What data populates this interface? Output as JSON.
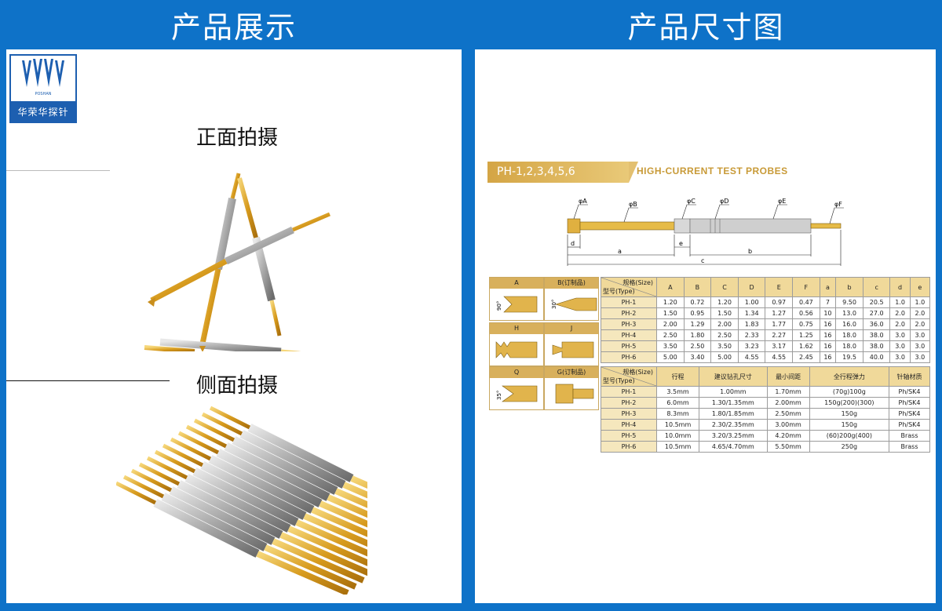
{
  "left_panel": {
    "header": "产品展示",
    "logo": {
      "small_text": "POSHAN",
      "brand": "华荣华探针"
    },
    "front_caption": "正面拍摄",
    "side_caption": "侧面拍摄"
  },
  "right_panel": {
    "header": "产品尺寸图",
    "model_band": "PH-1,2,3,4,5,6",
    "band_title": "HIGH-CURRENT TEST PROBES",
    "dimension_labels": [
      "φA",
      "φB",
      "φC",
      "φD",
      "φE",
      "φF",
      "d",
      "a",
      "e",
      "b",
      "c"
    ],
    "tips": [
      {
        "label": "A",
        "angle": "90°"
      },
      {
        "label": "B(订制品)",
        "angle": "30°"
      },
      {
        "label": "H",
        "angle": ""
      },
      {
        "label": "J",
        "angle": ""
      },
      {
        "label": "Q",
        "angle": "35°"
      },
      {
        "label": "G(订制品)",
        "angle": ""
      }
    ],
    "table1": {
      "corner_top": "规格(Size)",
      "corner_bottom": "型号(Type)",
      "columns": [
        "A",
        "B",
        "C",
        "D",
        "E",
        "F",
        "a",
        "b",
        "c",
        "d",
        "e"
      ],
      "rows": [
        {
          "type": "PH-1",
          "values": [
            "1.20",
            "0.72",
            "1.20",
            "1.00",
            "0.97",
            "0.47",
            "7",
            "9.50",
            "20.5",
            "1.0",
            "1.0"
          ]
        },
        {
          "type": "PH-2",
          "values": [
            "1.50",
            "0.95",
            "1.50",
            "1.34",
            "1.27",
            "0.56",
            "10",
            "13.0",
            "27.0",
            "2.0",
            "2.0"
          ]
        },
        {
          "type": "PH-3",
          "values": [
            "2.00",
            "1.29",
            "2.00",
            "1.83",
            "1.77",
            "0.75",
            "16",
            "16.0",
            "36.0",
            "2.0",
            "2.0"
          ]
        },
        {
          "type": "PH-4",
          "values": [
            "2.50",
            "1.80",
            "2.50",
            "2.33",
            "2.27",
            "1.25",
            "16",
            "18.0",
            "38.0",
            "3.0",
            "3.0"
          ]
        },
        {
          "type": "PH-5",
          "values": [
            "3.50",
            "2.50",
            "3.50",
            "3.23",
            "3.17",
            "1.62",
            "16",
            "18.0",
            "38.0",
            "3.0",
            "3.0"
          ]
        },
        {
          "type": "PH-6",
          "values": [
            "5.00",
            "3.40",
            "5.00",
            "4.55",
            "4.55",
            "2.45",
            "16",
            "19.5",
            "40.0",
            "3.0",
            "3.0"
          ]
        }
      ]
    },
    "table2": {
      "corner_top": "规格(Size)",
      "corner_bottom": "型号(Type)",
      "columns": [
        "行程",
        "建议钻孔尺寸",
        "最小间距",
        "全行程弹力",
        "针轴材质"
      ],
      "rows": [
        {
          "type": "PH-1",
          "values": [
            "3.5mm",
            "1.00mm",
            "1.70mm",
            "(70g)100g",
            "Ph/SK4"
          ]
        },
        {
          "type": "PH-2",
          "values": [
            "6.0mm",
            "1.30/1.35mm",
            "2.00mm",
            "150g(200)(300)",
            "Ph/SK4"
          ]
        },
        {
          "type": "PH-3",
          "values": [
            "8.3mm",
            "1.80/1.85mm",
            "2.50mm",
            "150g",
            "Ph/SK4"
          ]
        },
        {
          "type": "PH-4",
          "values": [
            "10.5mm",
            "2.30/2.35mm",
            "3.00mm",
            "150g",
            "Ph/SK4"
          ]
        },
        {
          "type": "PH-5",
          "values": [
            "10.0mm",
            "3.20/3.25mm",
            "4.20mm",
            "(60)200g(400)",
            "Brass"
          ]
        },
        {
          "type": "PH-6",
          "values": [
            "10.5mm",
            "4.65/4.70mm",
            "5.50mm",
            "250g",
            "Brass"
          ]
        }
      ]
    }
  },
  "colors": {
    "frame_blue": "#0e72c8",
    "gold": "#d4a545",
    "table_header": "#f0d99a"
  }
}
